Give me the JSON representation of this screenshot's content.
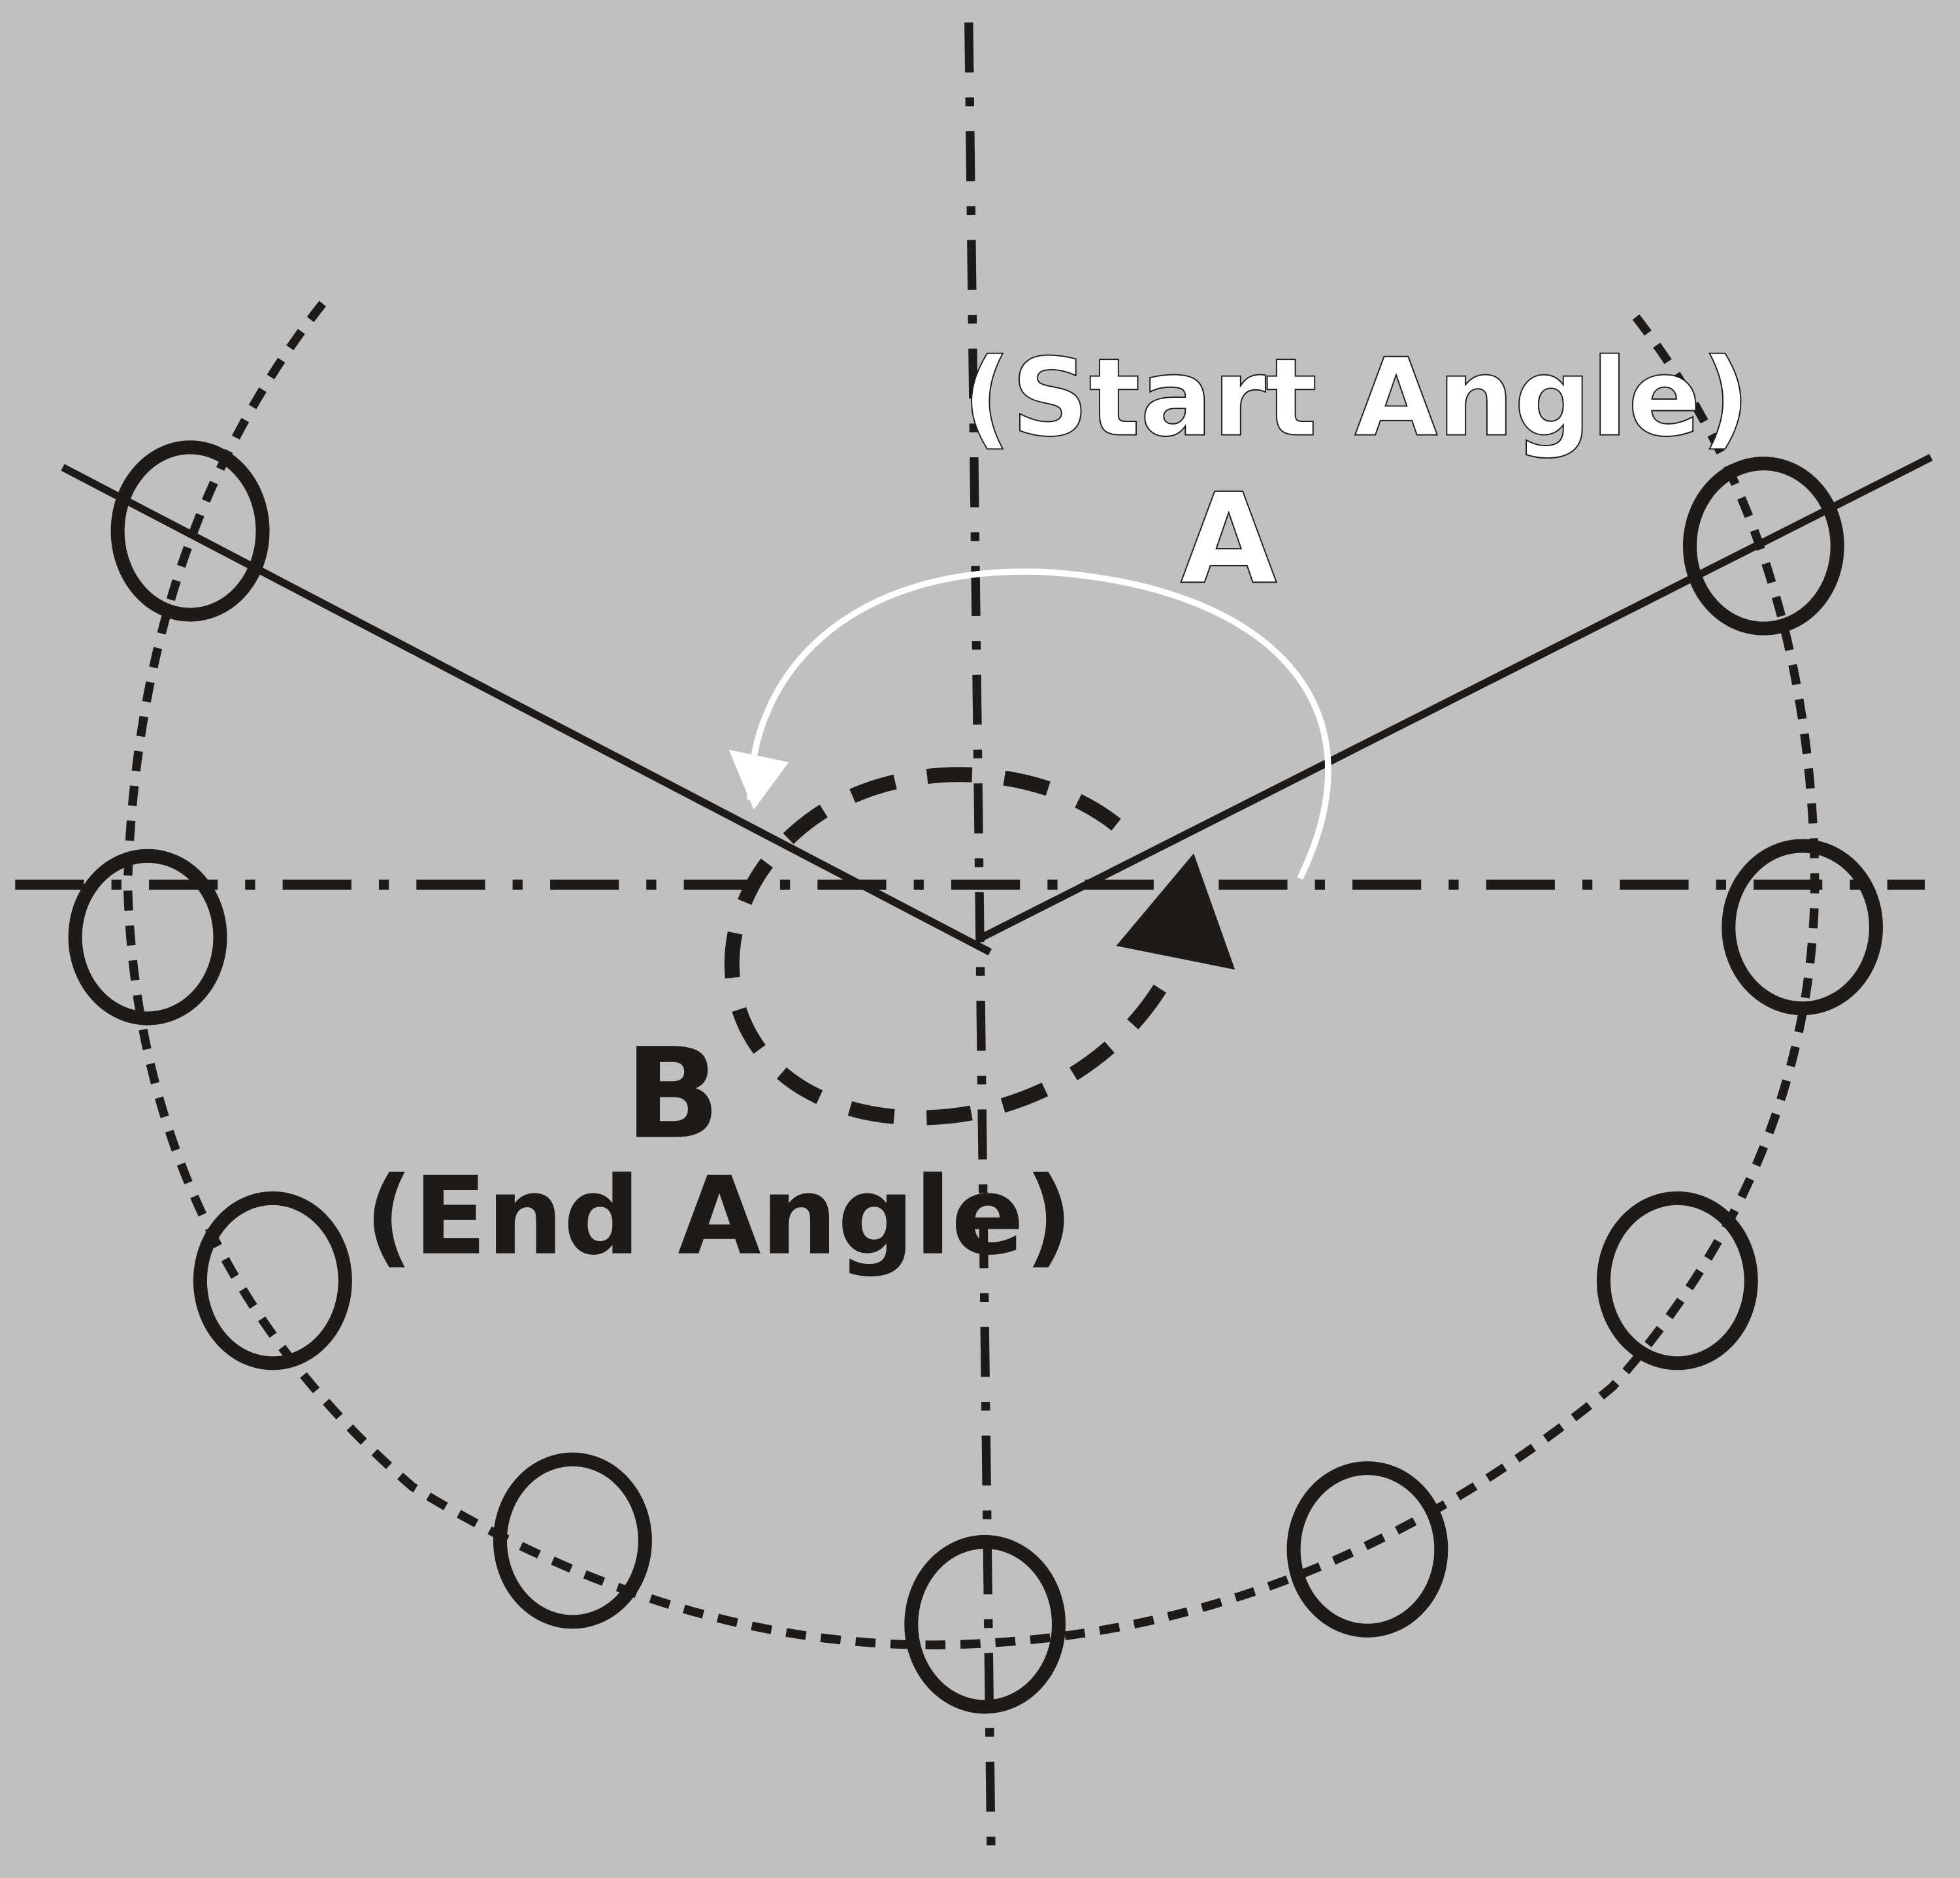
{
  "labels": {
    "start_angle": "(Start Angle)",
    "a": "A",
    "b": "B",
    "end_angle": "(End Angle)"
  },
  "colors": {
    "background": "#c0c0c0",
    "ink": "#1e1a18",
    "highlight": "#ffffff"
  },
  "hole_count": 9
}
